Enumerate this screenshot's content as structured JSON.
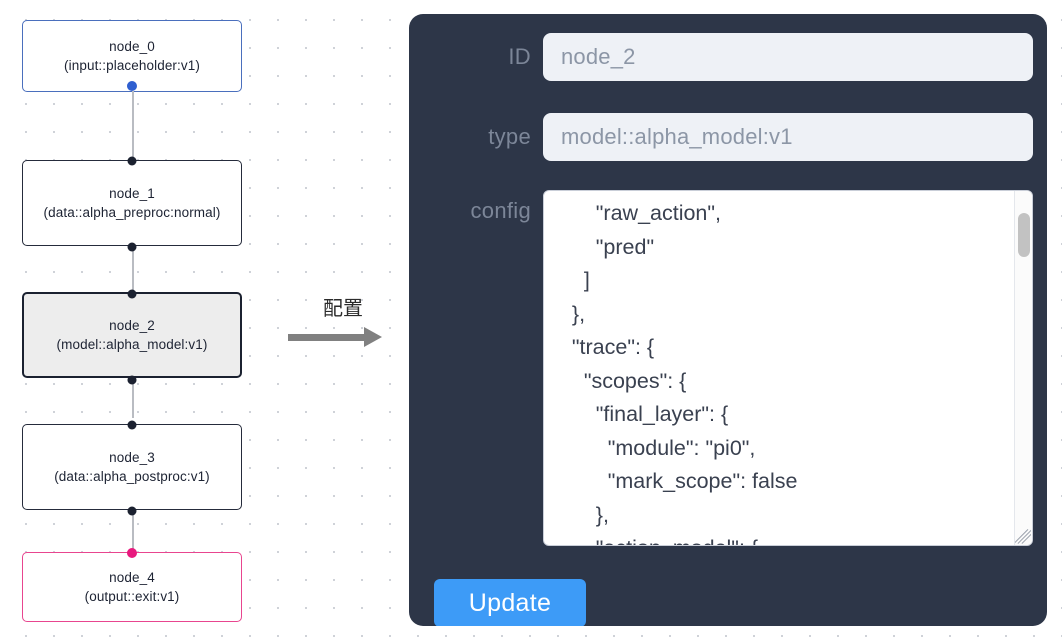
{
  "graph": {
    "nodes": [
      {
        "id": "node_0",
        "type_line": "(input::placeholder:v1)",
        "role": "input",
        "selected": false
      },
      {
        "id": "node_1",
        "type_line": "(data::alpha_preproc:normal)",
        "role": "default",
        "selected": false
      },
      {
        "id": "node_2",
        "type_line": "(model::alpha_model:v1)",
        "role": "default",
        "selected": true
      },
      {
        "id": "node_3",
        "type_line": "(data::alpha_postproc:v1)",
        "role": "default",
        "selected": false
      },
      {
        "id": "node_4",
        "type_line": "(output::exit:v1)",
        "role": "output",
        "selected": false
      }
    ]
  },
  "annotation": {
    "label": "配置",
    "arrow_icon": "arrow-right-icon"
  },
  "inspector": {
    "id_label": "ID",
    "id_value": "node_2",
    "type_label": "type",
    "type_value": "model::alpha_model:v1",
    "config_label": "config",
    "config_value": "        \"raw_action\",\n        \"pred\"\n      ]\n    },\n    \"trace\": {\n      \"scopes\": {\n        \"final_layer\": {\n          \"module\": \"pi0\",\n          \"mark_scope\": false\n        },\n        \"action_model\": {",
    "update_label": "Update",
    "scrollbar_name": "config-scrollbar",
    "resize_name": "resize-grip-icon"
  },
  "colors": {
    "panel_bg": "#2d3648",
    "input_bg": "#eef1f6",
    "accent_button": "#3d9bf7",
    "input_node_border": "#4a6fbd",
    "output_node_border": "#e8458f",
    "node_border": "#252b3b",
    "selected_node_bg": "#ededed",
    "edge": "#b9bcc2"
  }
}
